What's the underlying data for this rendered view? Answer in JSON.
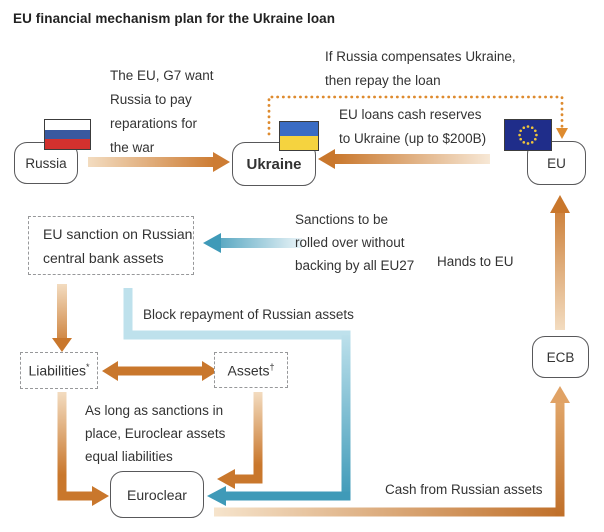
{
  "title": "EU financial mechanism plan for the Ukraine loan",
  "nodes": {
    "russia": {
      "label": "Russia"
    },
    "ukraine": {
      "label": "Ukraine"
    },
    "eu": {
      "label": "EU"
    },
    "ecb": {
      "label": "ECB"
    },
    "euroclear": {
      "label": "Euroclear"
    },
    "sanction": {
      "lines": [
        "EU sanction on Russian",
        "central bank assets"
      ]
    },
    "liabilities": {
      "label": "Liabilities",
      "footnote_mark": "*"
    },
    "assets": {
      "label": "Assets",
      "footnote_mark": "†"
    }
  },
  "annotations": {
    "reparations": {
      "lines": [
        "The EU, G7 want",
        "Russia to pay",
        "reparations for",
        "the war"
      ]
    },
    "repay": {
      "lines": [
        "If Russia compensates Ukraine,",
        "then repay the loan"
      ]
    },
    "loans": {
      "lines": [
        "EU loans cash reserves",
        "to Ukraine (up to $200B)"
      ]
    },
    "rollover": {
      "lines": [
        "Sanctions to be",
        "rolled over without",
        "backing by all EU27"
      ]
    },
    "hands": {
      "text": "Hands to EU"
    },
    "block": {
      "text": "Block repayment of Russian assets"
    },
    "equal": {
      "lines": [
        "As long as sanctions in",
        "place, Euroclear assets",
        "equal liabilities"
      ]
    },
    "cash": {
      "text": "Cash from Russian assets"
    }
  },
  "icons": {
    "russia_flag": "russia-flag",
    "ukraine_flag": "ukraine-flag",
    "eu_flag": "eu-flag"
  },
  "colors": {
    "arrow-orange": "#c9772c",
    "arrow-orange-light": "#f3dcc0",
    "arrow-tan": "#e0a265",
    "teal": "#3f9ab8",
    "teal-light": "#eaf4f8",
    "blue-pale": "#bee1ec",
    "dotted-orange": "#de8b2f",
    "russia-white": "#ffffff",
    "russia-blue": "#39599f",
    "russia-red": "#d3312e",
    "ukraine-blue": "#3a6cc4",
    "ukraine-yellow": "#f5d33f",
    "eu-blue": "#1f2d8a",
    "eu-star": "#f0c53a",
    "box-border": "#58585a",
    "dash-border": "#97989a",
    "text": "#333333"
  }
}
